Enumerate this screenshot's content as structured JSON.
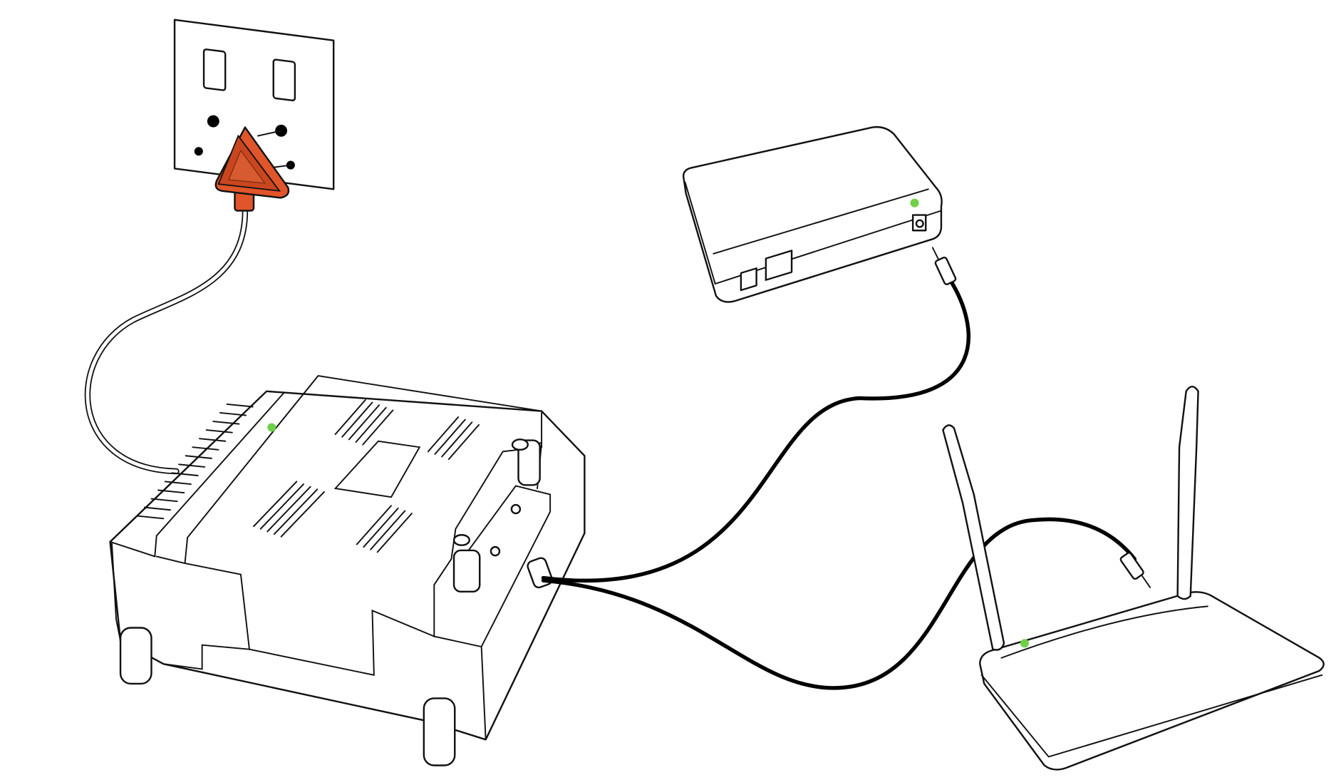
{
  "diagram": {
    "colors": {
      "plug": "#e0552a",
      "plug_dark": "#b8401c",
      "led": "#6fd04a",
      "cable": "#000000",
      "power_cable": "#ffffff",
      "outline": "#111111"
    },
    "components": [
      "wall-socket",
      "power-plug",
      "ont-box",
      "modem",
      "wifi-router"
    ]
  }
}
